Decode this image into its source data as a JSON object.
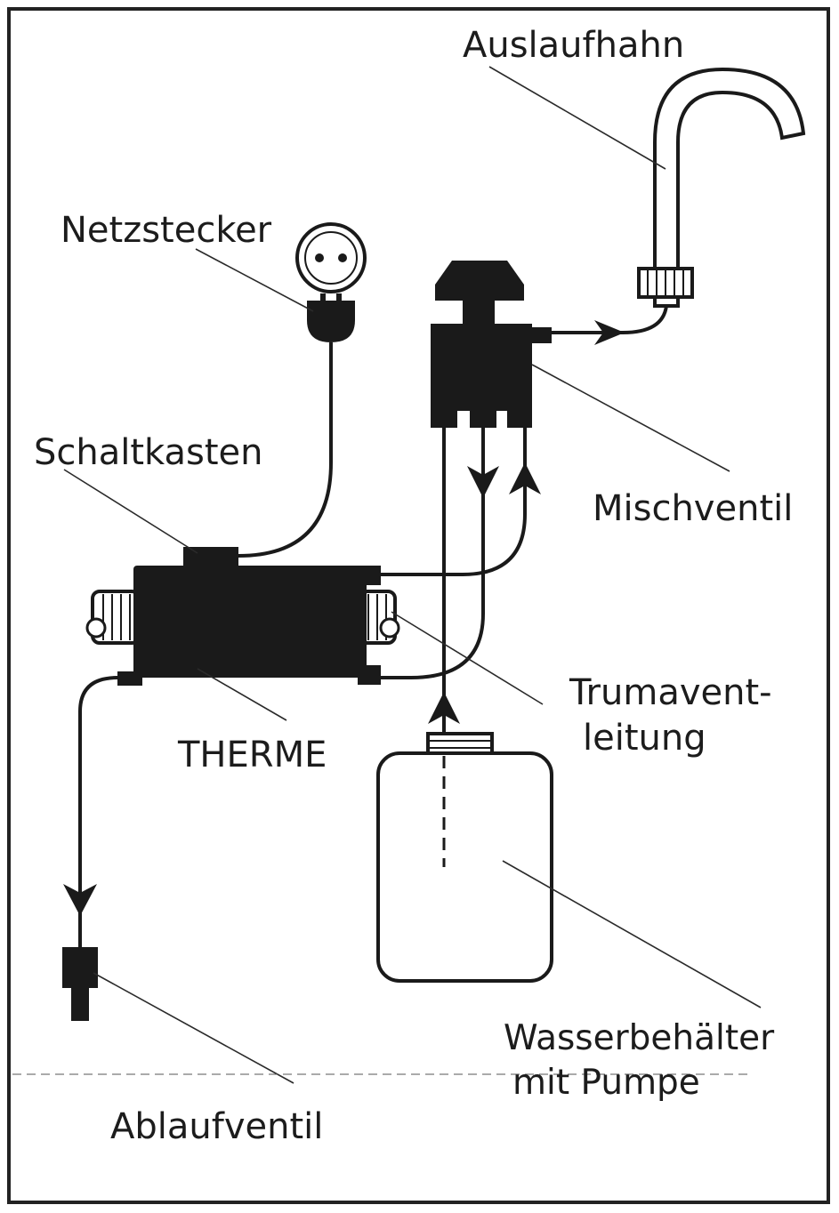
{
  "labels": {
    "auslaufhahn": "Auslaufhahn",
    "netzstecker": "Netzstecker",
    "schaltkasten": "Schaltkasten",
    "mischventil": "Mischventil",
    "trumavent_line1": "Trumavent-",
    "trumavent_line2": "leitung",
    "therme": "THERME",
    "wasserbehaelter_line1": "Wasserbehälter",
    "wasserbehaelter_line2": "mit Pumpe",
    "ablaufventil": "Ablaufventil"
  }
}
